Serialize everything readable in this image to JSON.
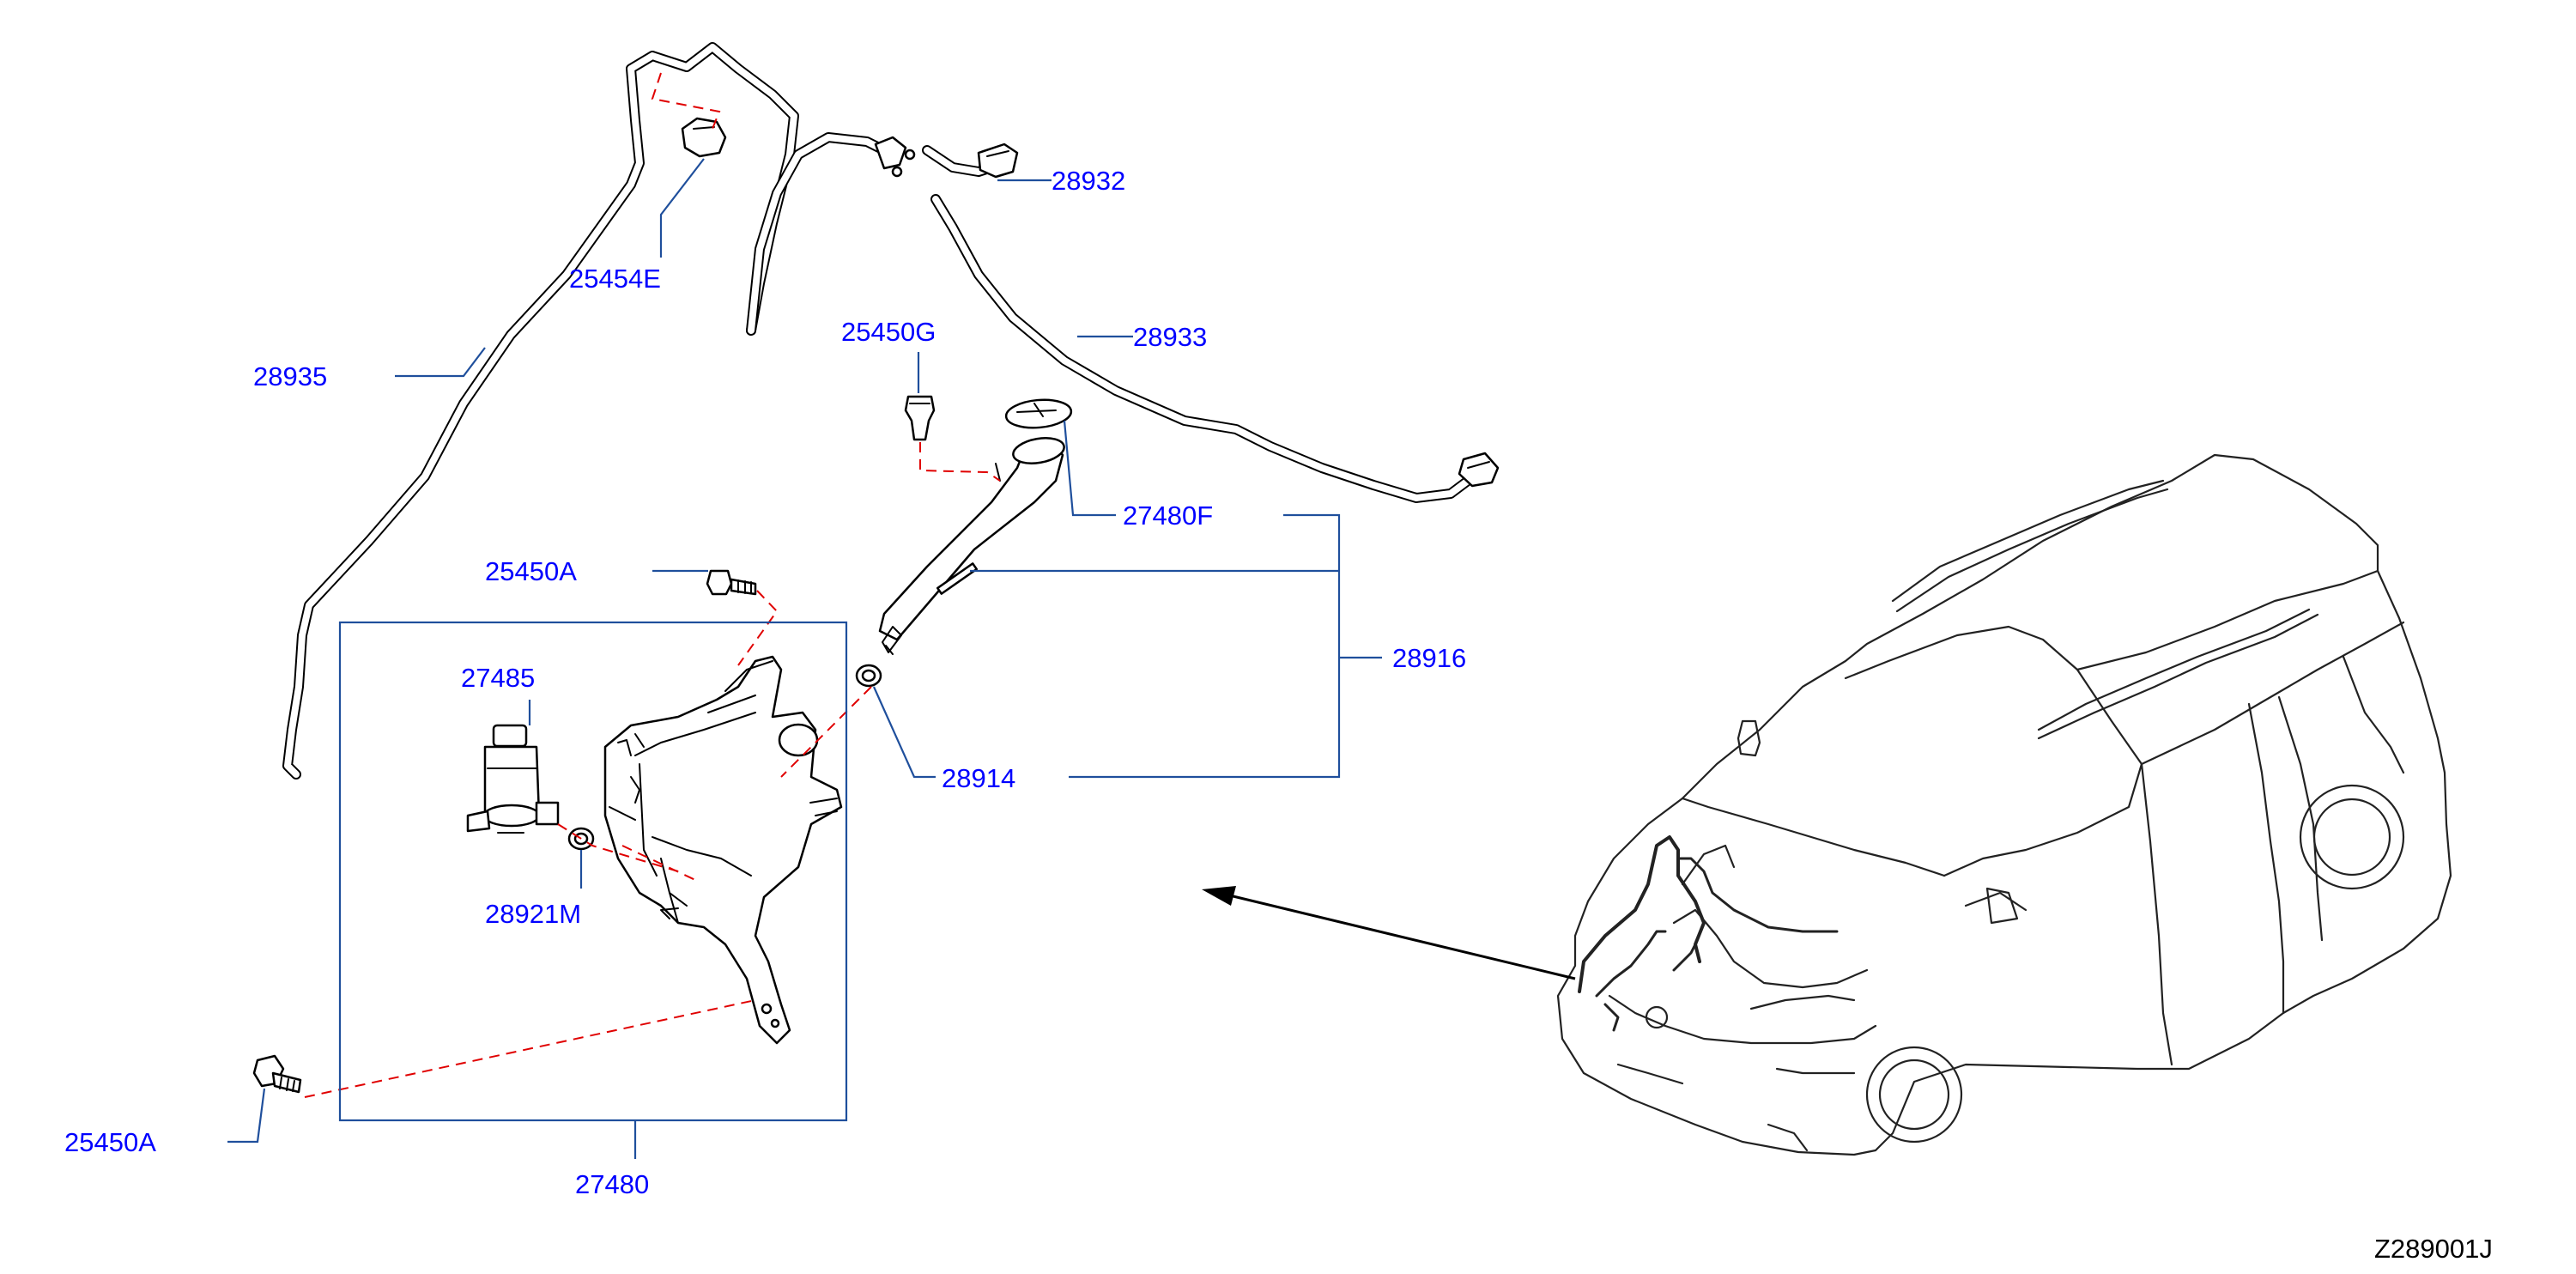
{
  "diagram": {
    "labels": [
      {
        "key": "p28932",
        "text": "28932"
      },
      {
        "key": "p25454E",
        "text": "25454E"
      },
      {
        "key": "p28933",
        "text": "28933"
      },
      {
        "key": "p25450G",
        "text": "25450G"
      },
      {
        "key": "p28935",
        "text": "28935"
      },
      {
        "key": "p27480F",
        "text": "27480F"
      },
      {
        "key": "p25450A_top",
        "text": "25450A"
      },
      {
        "key": "p28916",
        "text": "28916"
      },
      {
        "key": "p27485",
        "text": "27485"
      },
      {
        "key": "p28914",
        "text": "28914"
      },
      {
        "key": "p28921M",
        "text": "28921M"
      },
      {
        "key": "p25450A_bottom",
        "text": "25450A"
      },
      {
        "key": "p27480",
        "text": "27480"
      }
    ],
    "drawing_code": "Z289001J"
  }
}
